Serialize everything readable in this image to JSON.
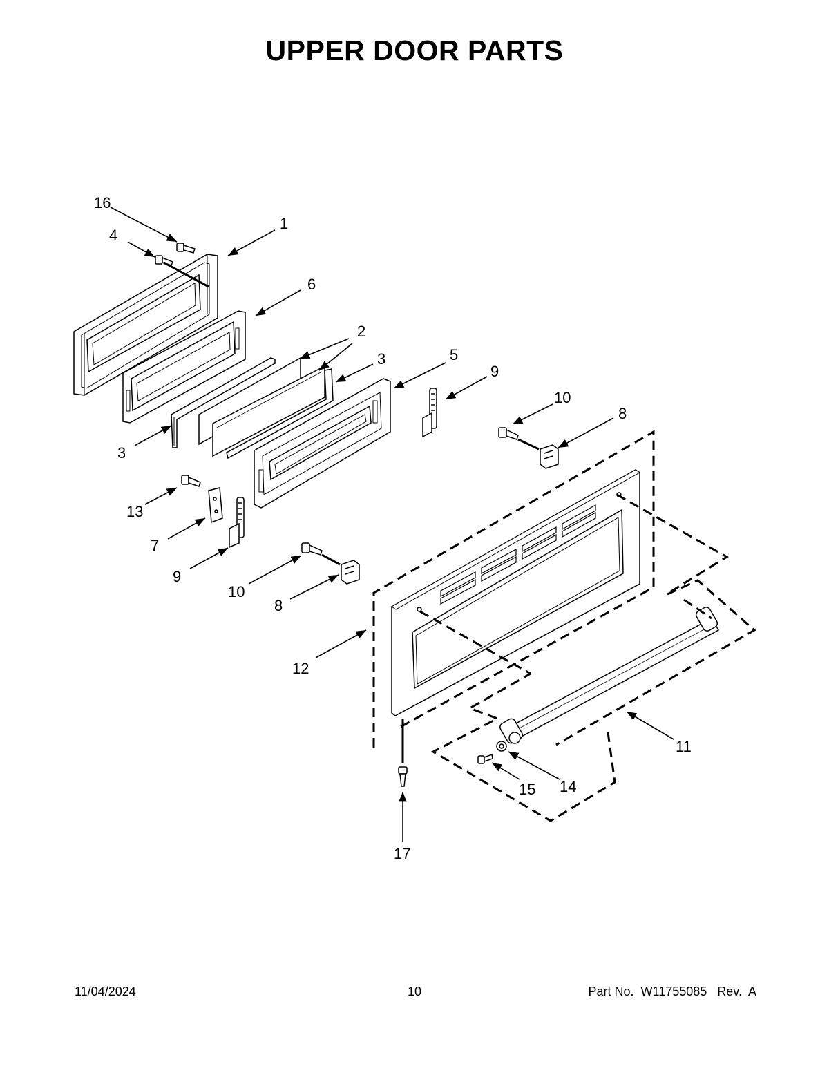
{
  "title": "UPPER DOOR PARTS",
  "callouts": {
    "c1": "1",
    "c2": "2",
    "c3a": "3",
    "c3b": "3",
    "c4": "4",
    "c5": "5",
    "c6": "6",
    "c7": "7",
    "c8a": "8",
    "c8b": "8",
    "c9a": "9",
    "c9b": "9",
    "c10a": "10",
    "c10b": "10",
    "c11": "11",
    "c12": "12",
    "c13": "13",
    "c14": "14",
    "c15": "15",
    "c16": "16",
    "c17": "17"
  },
  "footer": {
    "date": "11/04/2024",
    "page": "10",
    "part": "Part No.  W11755085   Rev.  A"
  }
}
